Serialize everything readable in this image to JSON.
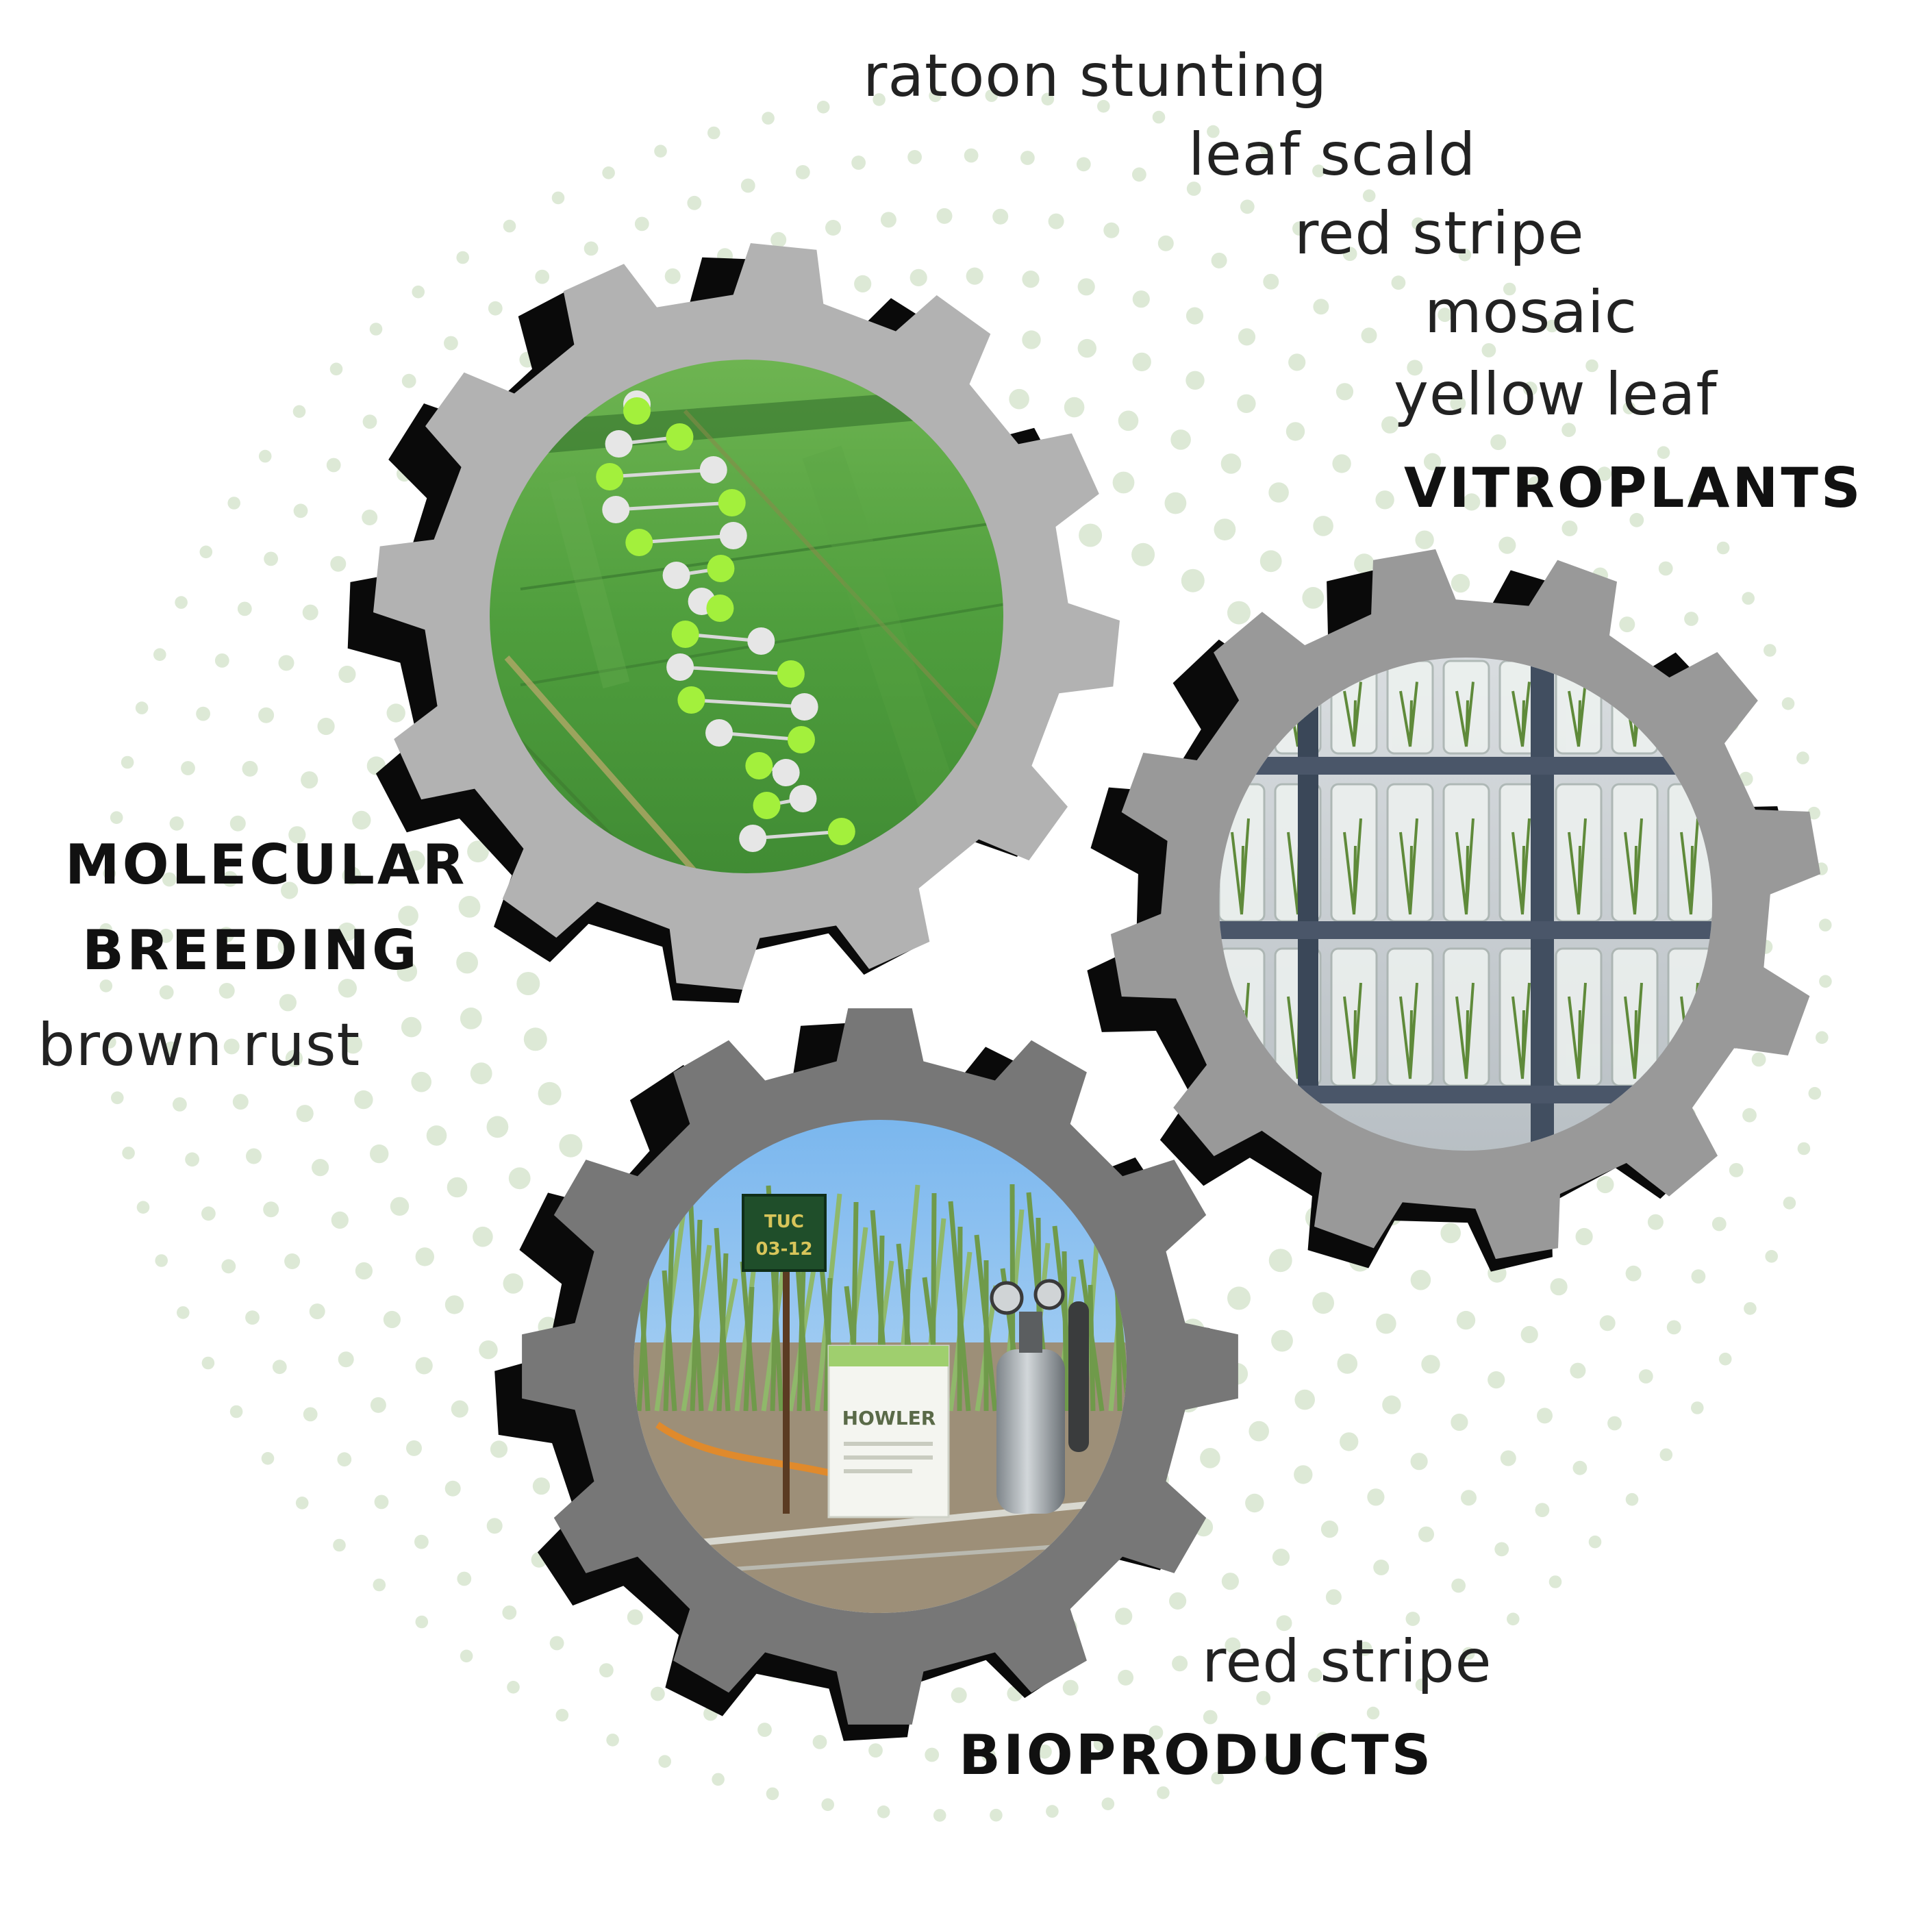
{
  "diseases": {
    "ratoon_stunting": "ratoon stunting",
    "leaf_scald": "leaf scald",
    "red_stripe_top": "red stripe",
    "mosaic": "mosaic",
    "yellow_leaf": "yellow leaf",
    "brown_rust": "brown rust",
    "red_stripe_bottom": "red stripe"
  },
  "categories": {
    "vitroplants": "VITROPLANTS",
    "molecular": "MOLECULAR",
    "breeding": "BREEDING",
    "bioproducts": "BIOPRODUCTS"
  },
  "photo_text": {
    "sign_line1": "TUC",
    "sign_line2": "03-12",
    "product_brand": "HOWLER"
  },
  "colors": {
    "dots": "#dde9d6",
    "gear_top_face": "#b2b2b2",
    "gear_right_face": "#999999",
    "gear_bottom_face": "#777777",
    "gear_shadow": "#0a0a0a",
    "dna_green": "#a3f03c",
    "dna_white": "#e6e6e6",
    "field_green": "#4c9a3c"
  },
  "icons": [
    "gear-icon",
    "dna-icon",
    "test-tube-rack-icon",
    "field-sign-icon",
    "gas-cylinder-icon"
  ]
}
